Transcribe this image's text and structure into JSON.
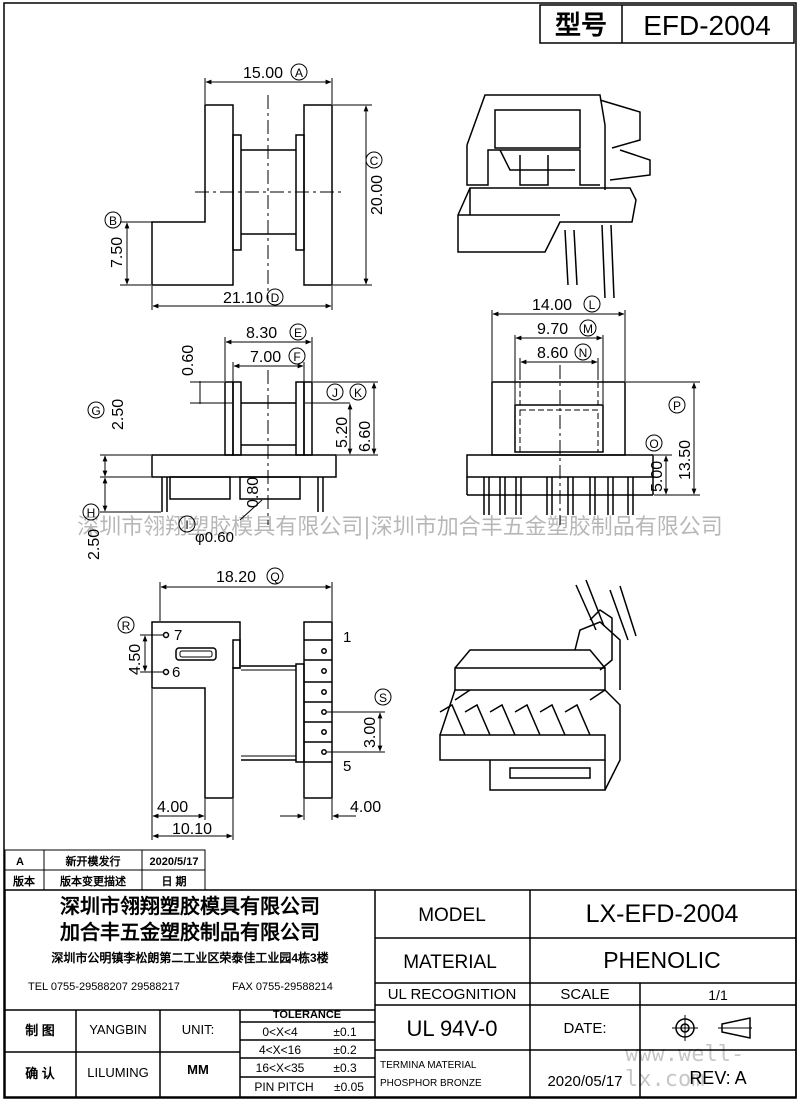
{
  "header": {
    "type_label": "型号",
    "model_code": "EFD-2004"
  },
  "watermark": "深圳市翎翔塑胶模具有限公司|深圳市加合丰五金塑胶制品有限公司",
  "watermark_url": "www.well-lx.com",
  "top_view": {
    "w1": "15.00",
    "tag_a": "A",
    "h1": "20.00",
    "tag_c": "C",
    "h2": "7.50",
    "tag_b": "B",
    "w2": "21.10",
    "tag_d": "D"
  },
  "side_view": {
    "w1": "8.30",
    "tag_e": "E",
    "w2": "7.00",
    "tag_f": "F",
    "t1": "0.60",
    "t2": "2.50",
    "tag_g": "G",
    "tag_j": "J",
    "tag_k": "K",
    "h1": "5.20",
    "h2": "6.60",
    "p1": "0.80",
    "pin_len": "2.50",
    "tag_h": "H",
    "pin_dia": "φ0.60",
    "tag_i": "I"
  },
  "front_view": {
    "w1": "14.00",
    "tag_l": "L",
    "w2": "9.70",
    "tag_m": "M",
    "w3": "8.60",
    "tag_n": "N",
    "h1": "13.50",
    "tag_p": "P",
    "h2": "5.00",
    "tag_o": "O"
  },
  "bottom_view": {
    "w1": "18.20",
    "tag_q": "Q",
    "h1": "4.50",
    "tag_r": "R",
    "pitch": "3.00",
    "tag_s": "S",
    "pin7": "7",
    "pin6": "6",
    "pin1": "1",
    "pin5": "5",
    "w2": "4.00",
    "w3": "10.10",
    "w4": "4.00"
  },
  "revision": {
    "row1": {
      "code": "A",
      "desc": "新开模发行",
      "date": "2020/5/17"
    },
    "headers": {
      "version": "版本",
      "desc": "版本变更描述",
      "date": "日 期"
    }
  },
  "title_block": {
    "company1": "深圳市翎翔塑胶模具有限公司",
    "company2": "加合丰五金塑胶制品有限公司",
    "address": "深圳市公明镇李松朗第二工业区荣泰佳工业园4栋3楼",
    "tel": "TEL 0755-29588207 29588217",
    "fax": "FAX 0755-29588214",
    "model_label": "MODEL",
    "model_value": "LX-EFD-2004",
    "material_label": "MATERIAL",
    "material_value": "PHENOLIC",
    "ul_label": "UL RECOGNITION",
    "ul_value": "UL 94V-0",
    "scale_label": "SCALE",
    "scale_value": "1/1",
    "date_label": "DATE:",
    "date_value": "2020/05/17",
    "rev": "REV: A",
    "drawn_label": "制 图",
    "drawn_value": "YANGBIN",
    "check_label": "确 认",
    "check_value": "LILUMING",
    "unit_label": "UNIT:",
    "unit_value": "MM",
    "tol_header": "TOLERANCE",
    "tol1_range": "0<X<4",
    "tol1_value": "±0.1",
    "tol2_range": "4<X<16",
    "tol2_value": "±0.2",
    "tol3_range": "16<X<35",
    "tol3_value": "±0.3",
    "tol4_range": "PIN PITCH",
    "tol4_value": "±0.05",
    "terminal1": "TERMINA MATERIAL",
    "terminal2": "PHOSPHOR BRONZE"
  }
}
